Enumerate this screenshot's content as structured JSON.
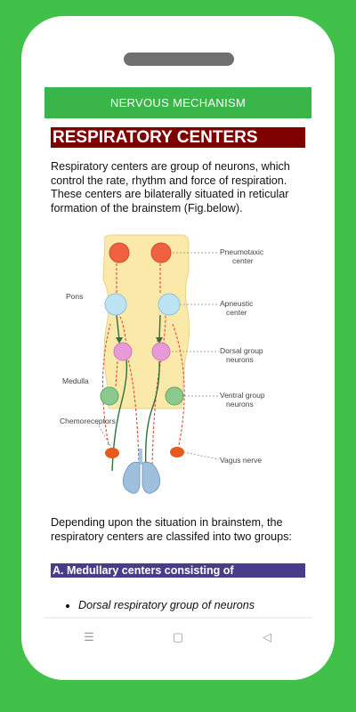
{
  "app": {
    "title": "NERVOUS MECHANISM"
  },
  "content": {
    "heading": "RESPIRATORY CENTERS",
    "intro": "Respiratory centers are group of neurons, which control the rate, rhythm and force of respiration. These centers are bilaterally situated in reticular formation of the brainstem (Fig.below).",
    "figure_labels": {
      "pneumotaxic": [
        "Pneumotaxic",
        "center"
      ],
      "apneustic": [
        "Apneustic",
        "center"
      ],
      "dorsal": [
        "Dorsal group",
        "neurons"
      ],
      "ventral": [
        "Ventral group",
        "neurons"
      ],
      "vagus": "Vagus nerve",
      "pons": "Pons",
      "medulla": "Medulla",
      "chemo": "Chemoreceptors"
    },
    "paragraph2": "Depending upon the situation in brainstem, the respiratory centers are classifed into two groups:",
    "subheading": "A. Medullary centers consisting of",
    "list": [
      "Dorsal respiratory group of neurons"
    ]
  },
  "navbar": {
    "menu_icon": "☰",
    "home_icon": "▢",
    "back_icon": "◁"
  },
  "colors": {
    "background": "#41c04a",
    "appbar": "#39b549",
    "heading": "#7f0000",
    "subheading": "#4b3b8b"
  }
}
